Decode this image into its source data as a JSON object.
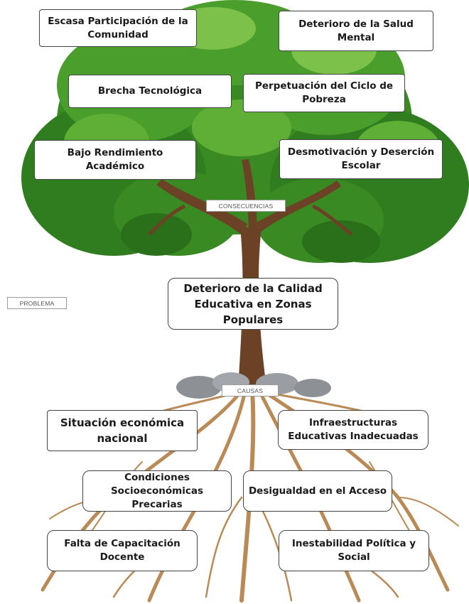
{
  "consequences": [
    {
      "id": "c1",
      "text": "Escasa Participación de la Comunidad"
    },
    {
      "id": "c2",
      "text": "Deterioro de la Salud Mental"
    },
    {
      "id": "c3",
      "text": "Brecha Tecnológica"
    },
    {
      "id": "c4",
      "text": "Perpetuación del Ciclo de Pobreza"
    },
    {
      "id": "c5",
      "text": "Bajo Rendimiento Académico"
    },
    {
      "id": "c6",
      "text": "Desmotivación y Deserción Escolar"
    }
  ],
  "problem": {
    "text": "Deterioro de la Calidad Educativa en Zonas Populares"
  },
  "causes": [
    {
      "id": "k1",
      "text": "Situación económica nacional"
    },
    {
      "id": "k2",
      "text": "Infraestructuras Educativas Inadecuadas"
    },
    {
      "id": "k3",
      "text": "Condiciones Socioeconómicas Precarias"
    },
    {
      "id": "k4",
      "text": "Desigualdad en el Acceso"
    },
    {
      "id": "k5",
      "text": "Falta de Capacitación Docente"
    },
    {
      "id": "k6",
      "text": "Inestabilidad Política y Social"
    }
  ],
  "tags": {
    "consequences": "CONSECUENCIAS",
    "problem": "PROBLEMA",
    "causes": "CAUSAS"
  },
  "colors": {
    "foliage_dark": "#2f7d1e",
    "foliage_mid": "#4a9e2c",
    "foliage_light": "#7cc24a",
    "trunk": "#6b4226",
    "roots": "#b98a55",
    "stones": "#8d9196"
  }
}
